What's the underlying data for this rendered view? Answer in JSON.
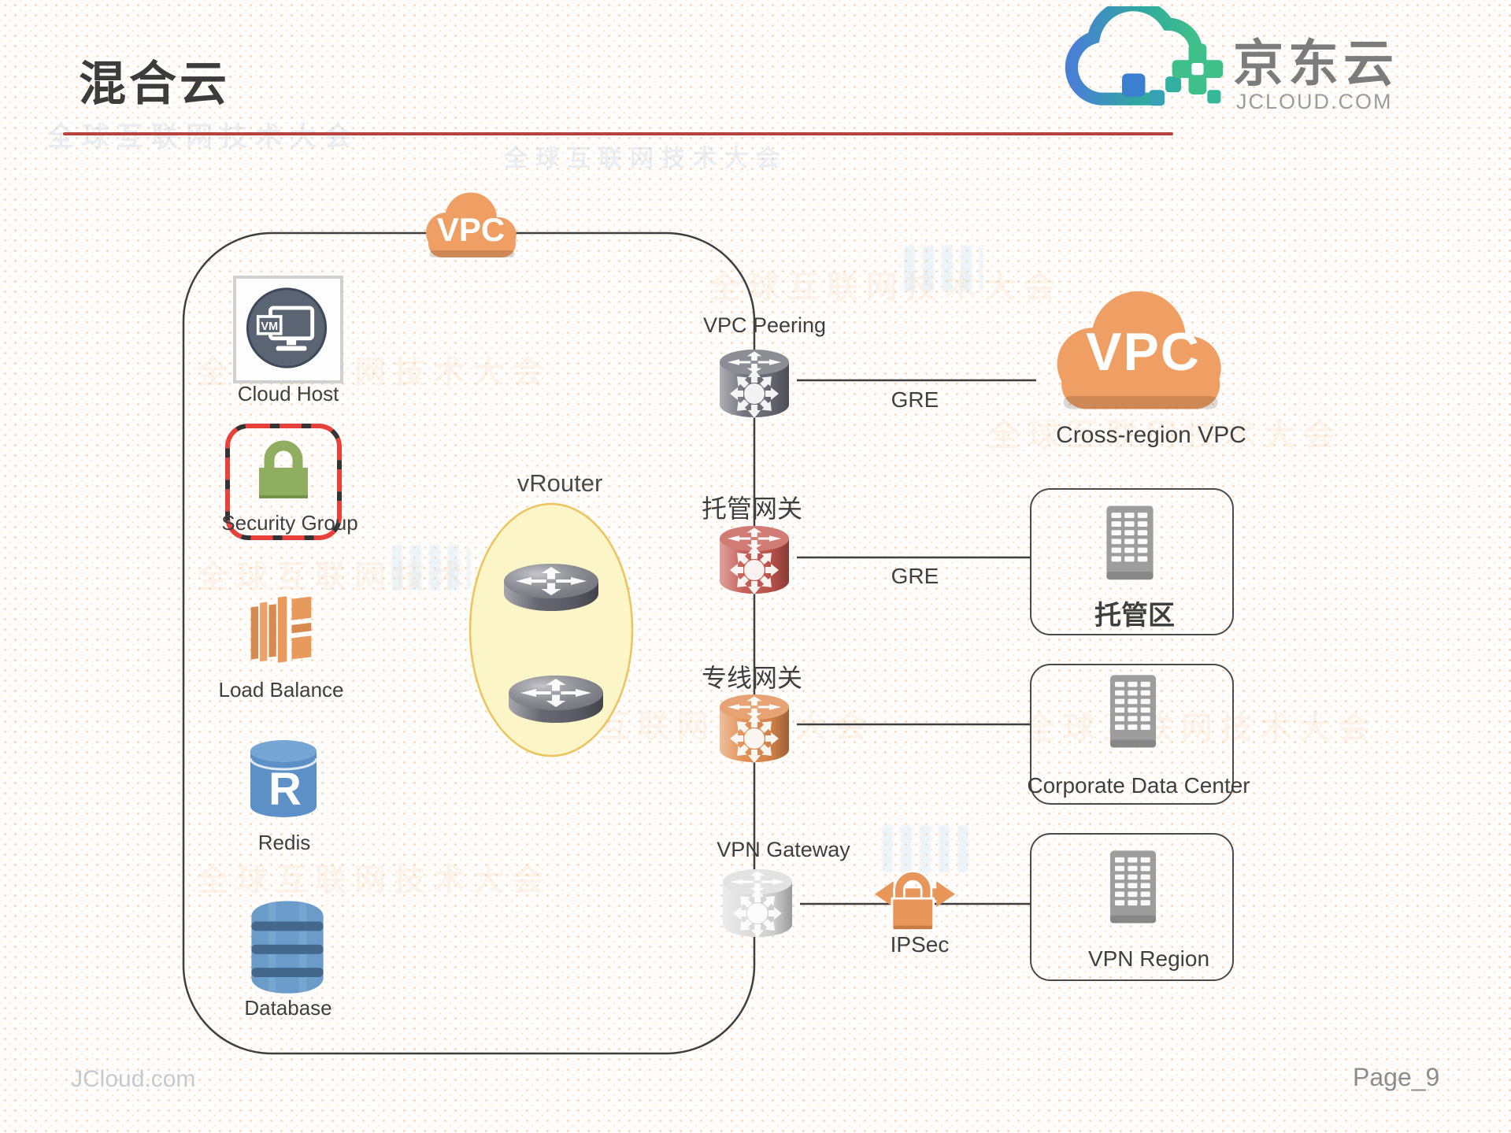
{
  "page": {
    "title": "混合云",
    "footer_left": "JCloud.com",
    "footer_right": "Page_9",
    "watermark": "全球互联网技术大会",
    "accent_red": "#b8423e"
  },
  "logo": {
    "brand": "京东云",
    "domain": "JCLOUD.COM",
    "gradient": [
      "#4a7fd6",
      "#2fa8a0",
      "#3fc08a"
    ]
  },
  "vpc": {
    "cloud_label": "VPC",
    "vrouter_label": "vRouter",
    "services": [
      {
        "label": "Cloud Host",
        "icon": "vm-host-icon",
        "badge": "VM"
      },
      {
        "label": "Security Group",
        "icon": "lock-icon"
      },
      {
        "label": "Load Balance",
        "icon": "load-balancer-icon"
      },
      {
        "label": "Redis",
        "icon": "redis-cylinder-icon",
        "badge": "R"
      },
      {
        "label": "Database",
        "icon": "database-barrel-icon"
      }
    ]
  },
  "gateways": [
    {
      "label": "VPC Peering",
      "color": "#6d6d78"
    },
    {
      "label": "托管网关",
      "color": "#c4564f"
    },
    {
      "label": "专线网关",
      "color": "#e18a4c"
    },
    {
      "label": "VPN Gateway",
      "color": "#dcdcdc"
    }
  ],
  "links": [
    {
      "label": "GRE"
    },
    {
      "label": "GRE"
    },
    {
      "label": ""
    },
    {
      "label": "IPSec"
    }
  ],
  "remote": {
    "cross_region": {
      "cloud_label": "VPC",
      "caption": "Cross-region VPC"
    },
    "sites": [
      {
        "label": "托管区"
      },
      {
        "label": "Corporate Data Center"
      },
      {
        "label": "VPN Region"
      }
    ]
  }
}
